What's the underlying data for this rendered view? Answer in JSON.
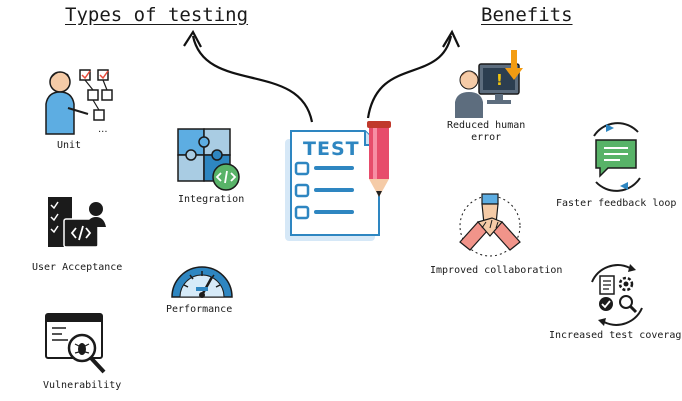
{
  "headings": {
    "left": "Types of testing",
    "right": "Benefits"
  },
  "center": {
    "badge": "TEST"
  },
  "types": [
    {
      "label": "Unit"
    },
    {
      "label": "Integration"
    },
    {
      "label": "User Acceptance"
    },
    {
      "label": "Performance"
    },
    {
      "label": "Vulnerability"
    }
  ],
  "benefits": [
    {
      "label_line1": "Reduced human",
      "label_line2": "error"
    },
    {
      "label": "Faster feedback loop"
    },
    {
      "label": "Improved collaboration"
    },
    {
      "label": "Increased test coverage"
    }
  ],
  "colors": {
    "blue": "#2e86c1",
    "light_blue": "#a9cce3",
    "green": "#58b368",
    "red": "#e74c3c",
    "orange": "#f39c12",
    "dark": "#1b1b1b"
  }
}
